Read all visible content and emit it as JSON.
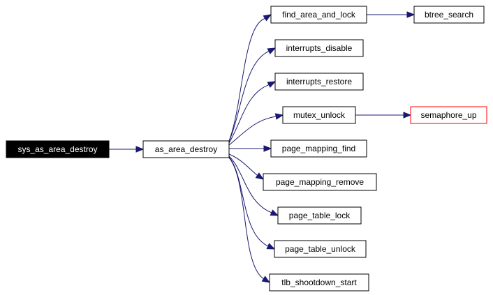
{
  "graph": {
    "nodes": {
      "sys_as_area_destroy": "sys_as_area_destroy",
      "as_area_destroy": "as_area_destroy",
      "find_area_and_lock": "find_area_and_lock",
      "btree_search": "btree_search",
      "interrupts_disable": "interrupts_disable",
      "interrupts_restore": "interrupts_restore",
      "mutex_unlock": "mutex_unlock",
      "semaphore_up": "semaphore_up",
      "page_mapping_find": "page_mapping_find",
      "page_mapping_remove": "page_mapping_remove",
      "page_table_lock": "page_table_lock",
      "page_table_unlock": "page_table_unlock",
      "tlb_shootdown_start": "tlb_shootdown_start"
    },
    "colors": {
      "edge": "#191970",
      "root_fill": "#000000",
      "root_text": "#ffffff",
      "highlight_border": "#ff0000"
    }
  }
}
